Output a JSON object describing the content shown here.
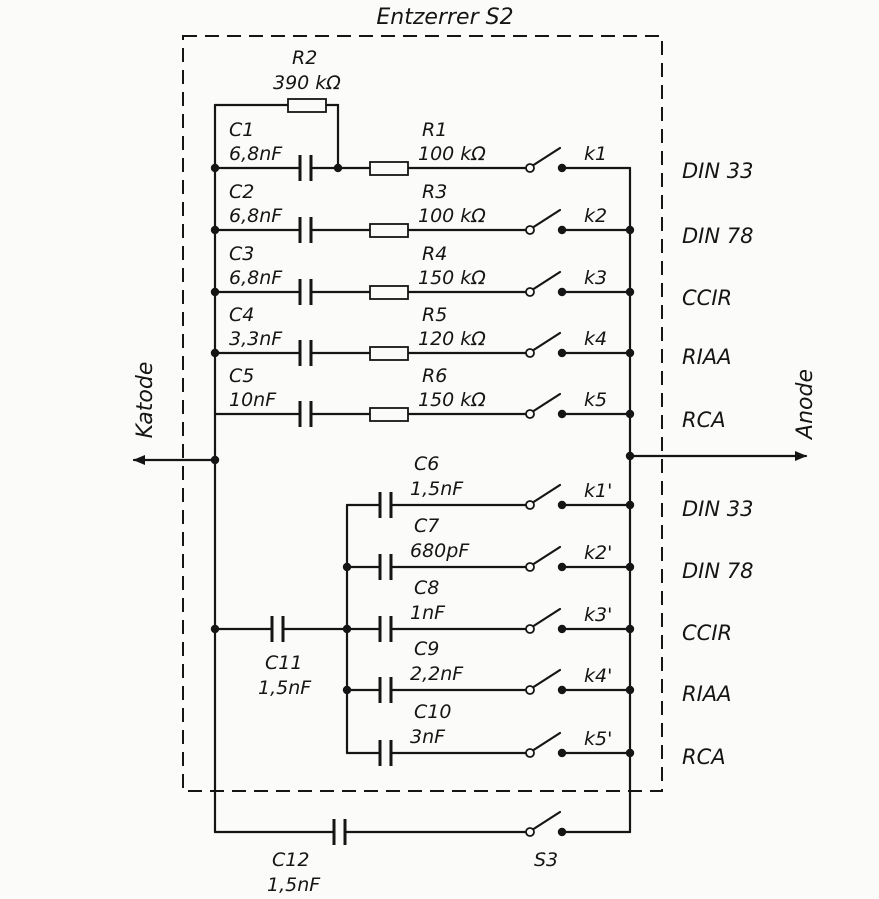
{
  "title": "Entzerrer S2",
  "terminals": {
    "left": "Katode",
    "right": "Anode"
  },
  "r2": {
    "name": "R2",
    "value": "390 kΩ"
  },
  "upper_rows": [
    {
      "cap": "C1",
      "cap_value": "6,8nF",
      "res": "R1",
      "res_value": "100 kΩ",
      "switch": "k1",
      "standard": "DIN 33"
    },
    {
      "cap": "C2",
      "cap_value": "6,8nF",
      "res": "R3",
      "res_value": "100 kΩ",
      "switch": "k2",
      "standard": "DIN 78"
    },
    {
      "cap": "C3",
      "cap_value": "6,8nF",
      "res": "R4",
      "res_value": "150 kΩ",
      "switch": "k3",
      "standard": "CCIR"
    },
    {
      "cap": "C4",
      "cap_value": "3,3nF",
      "res": "R5",
      "res_value": "120 kΩ",
      "switch": "k4",
      "standard": "RIAA"
    },
    {
      "cap": "C5",
      "cap_value": "10nF",
      "res": "R6",
      "res_value": "150 kΩ",
      "switch": "k5",
      "standard": "RCA"
    }
  ],
  "lower_rows": [
    {
      "cap": "C6",
      "cap_value": "1,5nF",
      "switch": "k1'",
      "standard": "DIN 33"
    },
    {
      "cap": "C7",
      "cap_value": "680pF",
      "switch": "k2'",
      "standard": "DIN 78"
    },
    {
      "cap": "C8",
      "cap_value": "1nF",
      "switch": "k3'",
      "standard": "CCIR"
    },
    {
      "cap": "C9",
      "cap_value": "2,2nF",
      "switch": "k4'",
      "standard": "RIAA"
    },
    {
      "cap": "C10",
      "cap_value": "3nF",
      "switch": "k5'",
      "standard": "RCA"
    }
  ],
  "c11": {
    "name": "C11",
    "value": "1,5nF"
  },
  "c12": {
    "name": "C12",
    "value": "1,5nF"
  },
  "s3": {
    "name": "S3"
  }
}
